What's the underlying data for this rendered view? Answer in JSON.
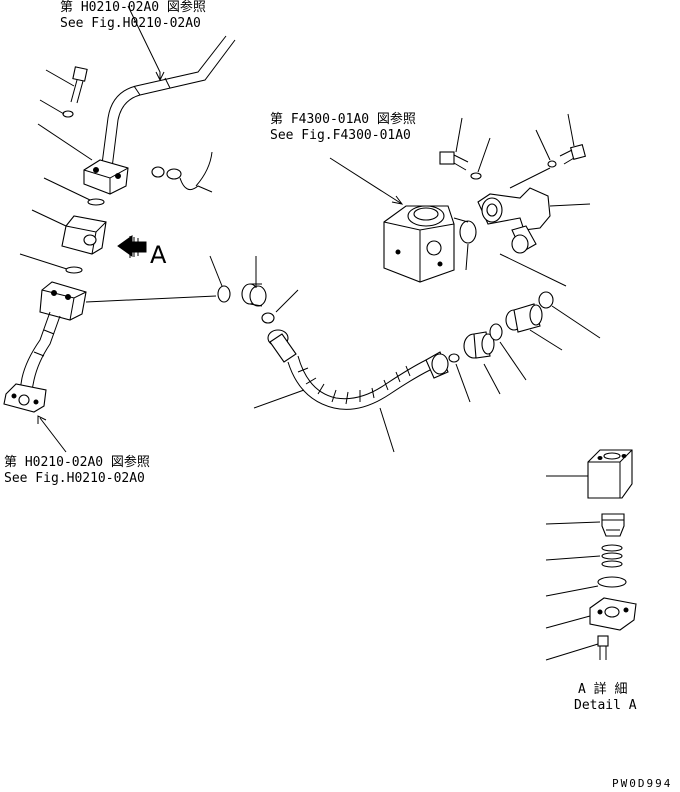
{
  "refs": {
    "top_left": {
      "jp": "第 H0210-02A0 図参照",
      "en": "See Fig.H0210-02A0"
    },
    "center": {
      "jp": "第 F4300-01A0 図参照",
      "en": "See Fig.F4300-01A0"
    },
    "bottom_left": {
      "jp": "第 H0210-02A0 図参照",
      "en": "See Fig.H0210-02A0"
    }
  },
  "view_marker": "A",
  "detail": {
    "jp": "A 詳 細",
    "en": "Detail A"
  },
  "drawing_number": "PW0D994",
  "colors": {
    "line": "#000000",
    "background": "#ffffff"
  }
}
